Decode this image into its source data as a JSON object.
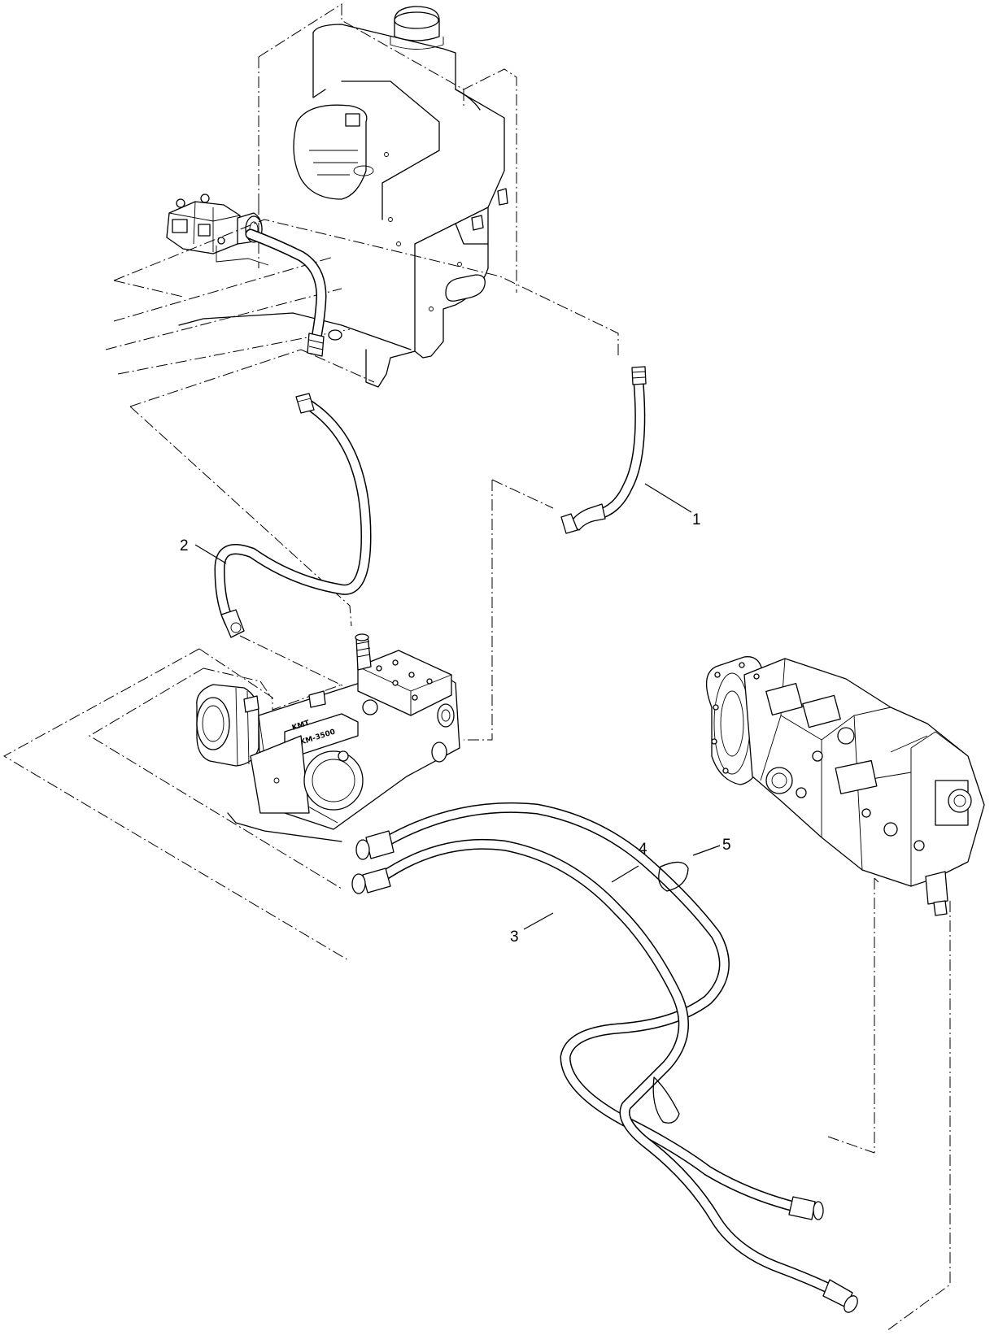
{
  "callouts": [
    {
      "id": "1",
      "label": "1"
    },
    {
      "id": "2",
      "label": "2"
    },
    {
      "id": "3",
      "label": "3"
    },
    {
      "id": "4",
      "label": "4"
    },
    {
      "id": "5",
      "label": "5"
    }
  ],
  "pump_plate_text": "KM-3500",
  "pump_brand_text": "KMT"
}
